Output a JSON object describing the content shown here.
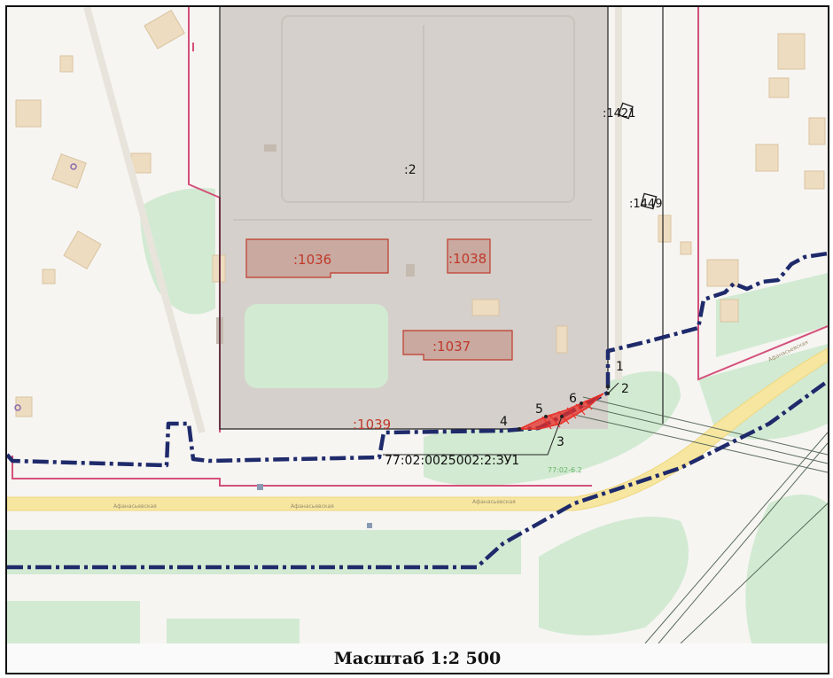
{
  "map": {
    "parcels": {
      "main": ":2",
      "b1036": ":1036",
      "b1038": ":1038",
      "b1037": ":1037",
      "p1421": ":1421",
      "p1449": ":1449",
      "p1039": ":1039"
    },
    "new_parcel_label": "77:02:0025002:2:ЗУ1",
    "zone_label": "77:02-6.2",
    "points": [
      "1",
      "2",
      "3",
      "4",
      "5",
      "6"
    ],
    "street_labels": [
      "Афанасьевская",
      "Афанасьевская",
      "Афанасьевская",
      "Афанасьевская"
    ],
    "colors": {
      "parcel_border": "#222222",
      "building_outline": "#c0392b",
      "building_fill": "#c9a9a0",
      "lot_fill": "#d5d0cb",
      "green": "#d2ead2",
      "road": "#f6e6a0",
      "pink_boundary": "#d4507a",
      "red_line": "#1f2a6b",
      "new_parcel": "#e8312a"
    }
  },
  "scale": {
    "label": "Масштаб 1:2 500"
  }
}
